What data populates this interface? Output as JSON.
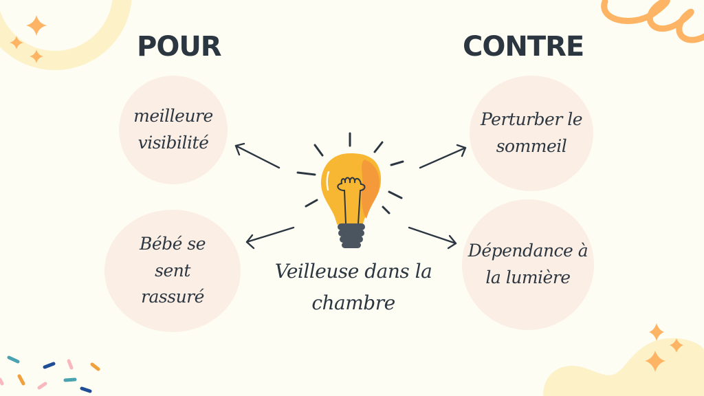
{
  "headings": {
    "pour": "POUR",
    "contre": "CONTRE"
  },
  "center": {
    "icon": "light-bulb-icon",
    "line1": "Veilleuse dans la",
    "line2": "chambre"
  },
  "pour_items": [
    {
      "lines": [
        "meilleure",
        "visibilité"
      ]
    },
    {
      "lines": [
        "Bébé se",
        "sent",
        "rassuré"
      ]
    }
  ],
  "contre_items": [
    {
      "lines": [
        "Perturber le",
        "sommeil"
      ]
    },
    {
      "lines": [
        "Dépendance à",
        "la lumière"
      ]
    }
  ],
  "colors": {
    "background": "#fefdf3",
    "circle": "#fbeee5",
    "text": "#2b3640",
    "accent_orange": "#fdb565",
    "soft_yellow": "#fdf1c8",
    "bulb_yellow": "#f7b733",
    "bulb_orange": "#f59a3a",
    "bulb_base": "#4a5560"
  }
}
